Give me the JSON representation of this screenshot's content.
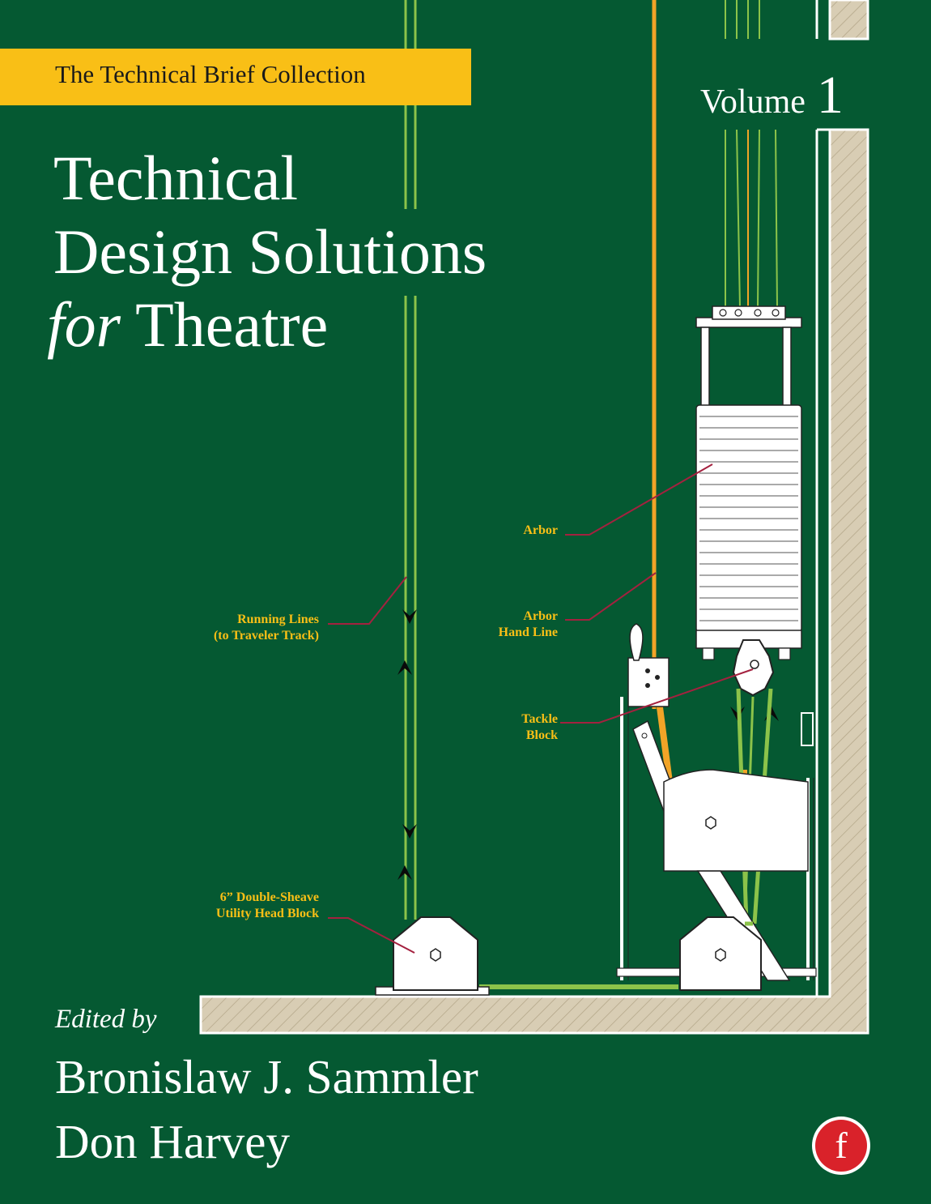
{
  "series_banner": "The Technical Brief Collection",
  "volume": {
    "word": "Volume",
    "number": "1"
  },
  "title": {
    "line1": "Technical",
    "line2": "Design Solutions",
    "line3_italic": "for",
    "line3_rest": " Theatre"
  },
  "credits": {
    "edited_by": "Edited by",
    "author1": "Bronislaw J. Sammler",
    "author2": "Don Harvey"
  },
  "diagram_labels": {
    "arbor": "Arbor",
    "arbor_hand_line_1": "Arbor",
    "arbor_hand_line_2": "Hand Line",
    "running_lines_1": "Running Lines",
    "running_lines_2": "(to Traveler Track)",
    "tackle_block_1": "Tackle",
    "tackle_block_2": "Block",
    "head_block_1": "6” Double-Sheave",
    "head_block_2": "Utility Head Block"
  },
  "publisher_logo": {
    "letter": "f"
  },
  "colors": {
    "background": "#055932",
    "banner": "#f9bf16",
    "label": "#f9bf16",
    "rope_green": "#8cc34a",
    "rope_orange": "#f2a427",
    "leader": "#a4213f",
    "concrete": "#d8cdb4"
  }
}
